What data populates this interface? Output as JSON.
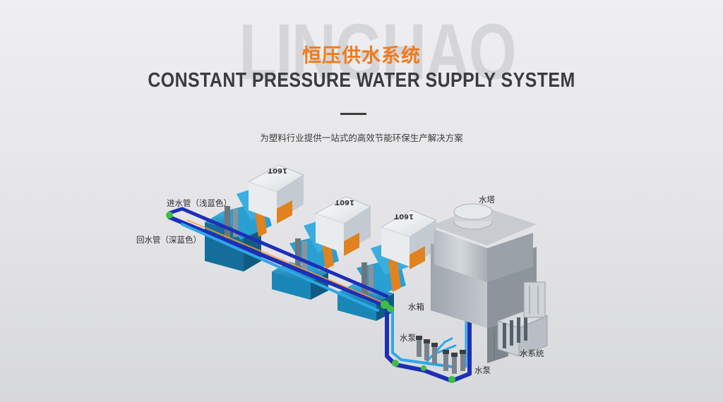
{
  "watermark": "LINGHAO",
  "title_cn": "恒压供水系统",
  "title_en": "CONSTANT PRESSURE WATER SUPPLY SYSTEM",
  "subtitle": "为塑料行业提供一站式的高效节能环保生产解决方案",
  "machines": [
    {
      "label": "160T"
    },
    {
      "label": "160T"
    },
    {
      "label": "160T"
    }
  ],
  "labels": {
    "inlet_pipe": "进水管（浅蓝色）",
    "return_pipe": "回水管（深蓝色）",
    "water_tower": "水塔",
    "water_tank": "水箱",
    "pump_left": "水泵",
    "pump_right": "水泵",
    "water_system": "水系统"
  },
  "colors": {
    "accent": "#f07a1c",
    "inlet_pipe": "#2fa6e6",
    "return_pipe": "#1c2fb8",
    "fitting": "#3fbf3f",
    "machine_body": "#1c92c7"
  }
}
